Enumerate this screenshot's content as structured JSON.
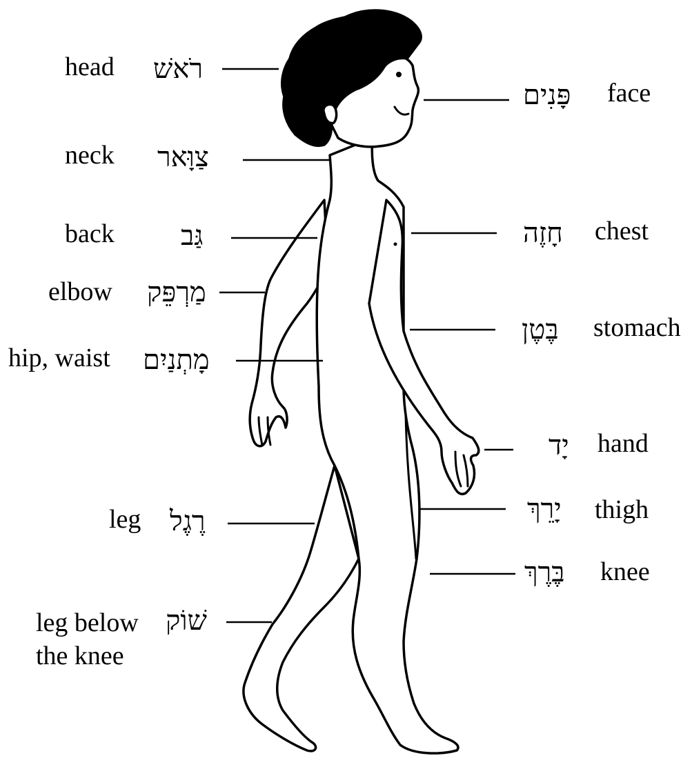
{
  "diagram": {
    "left_labels": [
      {
        "id": "head",
        "english": "head",
        "hebrew": "רֹאשׁ"
      },
      {
        "id": "neck",
        "english": "neck",
        "hebrew": "צַוָּאר"
      },
      {
        "id": "back",
        "english": "back",
        "hebrew": "גַּב"
      },
      {
        "id": "elbow",
        "english": "elbow",
        "hebrew": "מַרְפֵּק"
      },
      {
        "id": "hip-waist",
        "english": "hip, waist",
        "hebrew": "מָתְנַיִם"
      },
      {
        "id": "leg",
        "english": "leg",
        "hebrew": "רֶגֶל"
      },
      {
        "id": "lower-leg",
        "english": "leg below\nthe knee",
        "hebrew": "שׁוֹק"
      }
    ],
    "right_labels": [
      {
        "id": "face",
        "english": "face",
        "hebrew": "פָּנִים"
      },
      {
        "id": "chest",
        "english": "chest",
        "hebrew": "חָזֶה"
      },
      {
        "id": "stomach",
        "english": "stomach",
        "hebrew": "בֶּטֶן"
      },
      {
        "id": "hand",
        "english": "hand",
        "hebrew": "יָד"
      },
      {
        "id": "thigh",
        "english": "thigh",
        "hebrew": "יָרֵךְ"
      },
      {
        "id": "knee",
        "english": "knee",
        "hebrew": "בֶּרֶךְ"
      }
    ]
  }
}
